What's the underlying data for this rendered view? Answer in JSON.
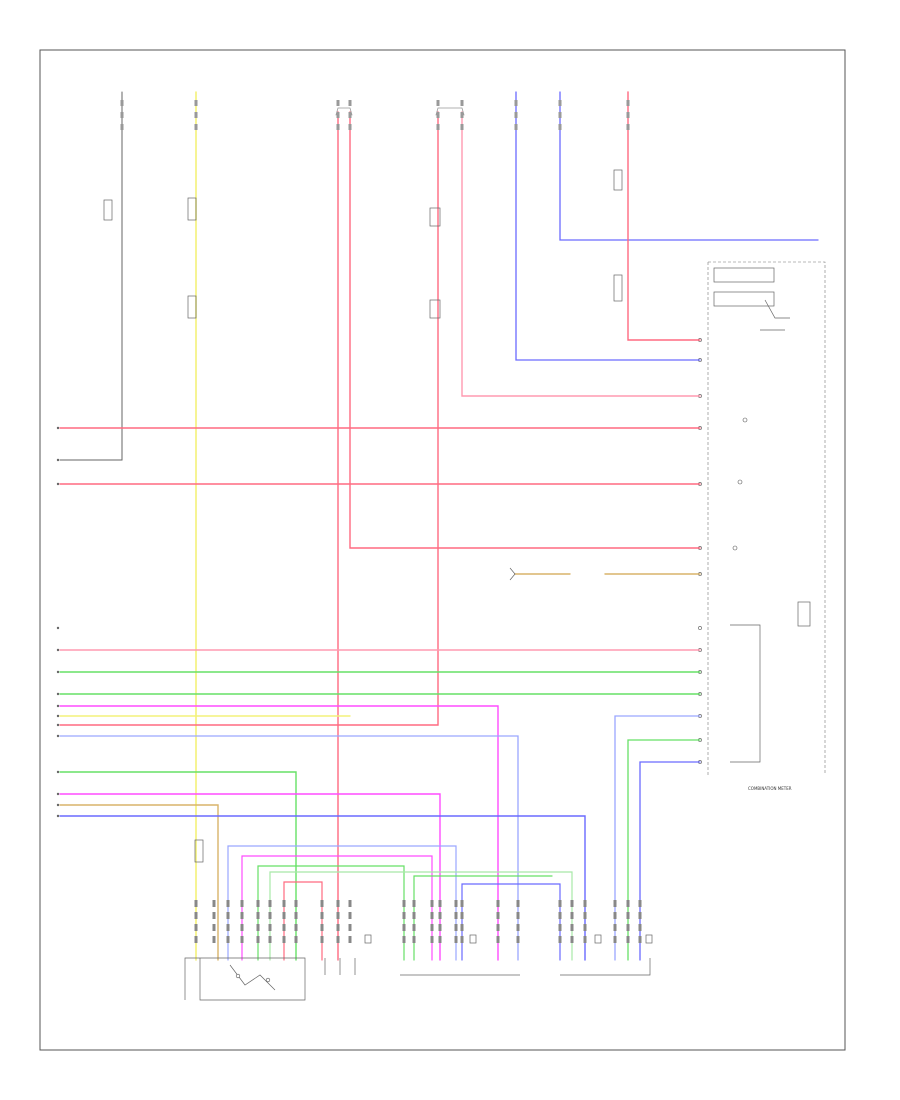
{
  "diagram": {
    "footer_code": "",
    "module_name": "COMBINATION METER",
    "colors": {
      "red": "#ff6a80",
      "pink": "#ff9ab0",
      "magenta": "#ff4cff",
      "yellow": "#f4f27a",
      "green": "#66e066",
      "blue": "#6a6aff",
      "light_blue": "#9aa6ff",
      "orange": "#ffb060",
      "tan": "#d9b46a",
      "black": "#555555",
      "frame": "#555555"
    },
    "bottom_components": [
      {
        "id": "ecm",
        "label_lines": [
          "",
          "",
          "",
          ""
        ]
      },
      {
        "id": "sensor-a",
        "label_lines": [
          "",
          "",
          "",
          ""
        ]
      },
      {
        "id": "sensor-b",
        "label_lines": [
          "",
          "",
          "",
          ""
        ]
      },
      {
        "id": "sensor-c",
        "label_lines": [
          "",
          "",
          "",
          ""
        ]
      }
    ]
  }
}
